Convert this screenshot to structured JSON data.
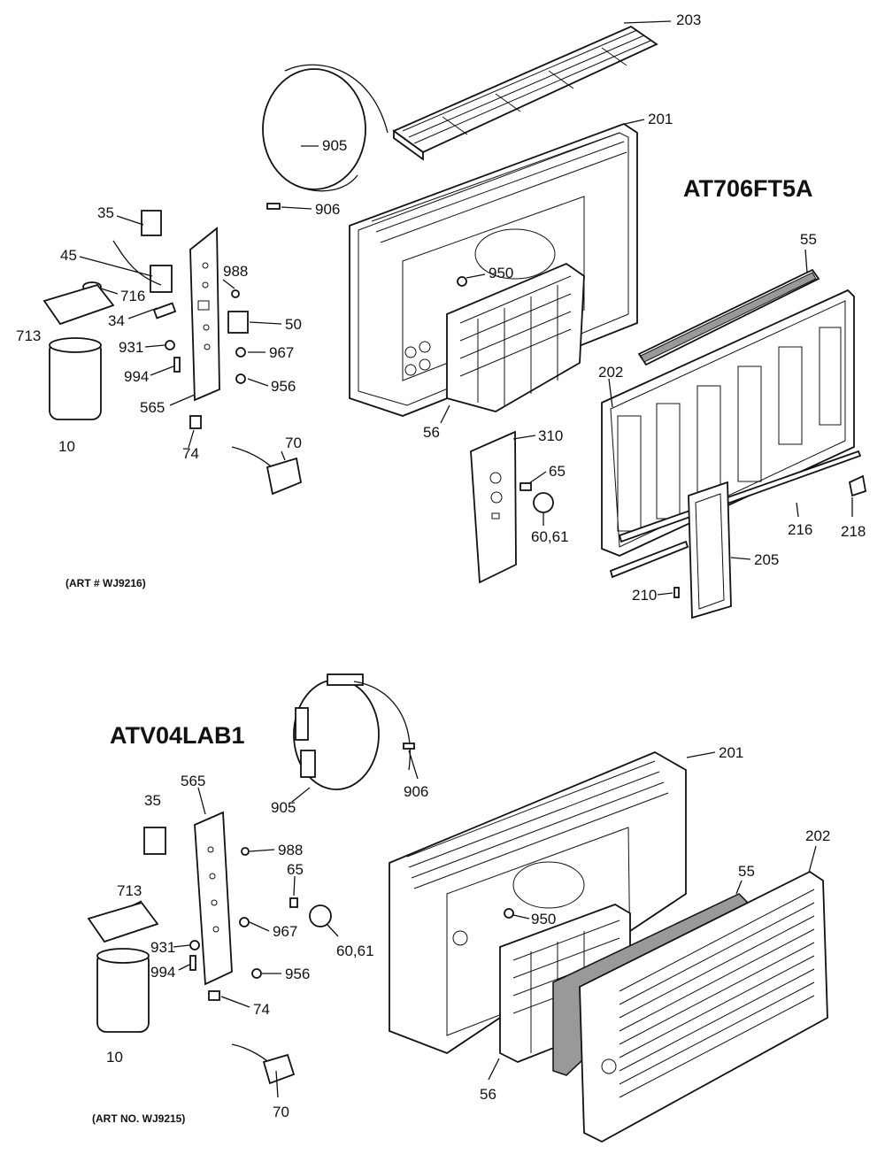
{
  "diagrams": [
    {
      "model": "AT706FT5A",
      "art_ref": "(ART # WJ9216)",
      "callouts": [
        {
          "label": "203"
        },
        {
          "label": "201"
        },
        {
          "label": "905"
        },
        {
          "label": "906"
        },
        {
          "label": "35"
        },
        {
          "label": "45"
        },
        {
          "label": "716"
        },
        {
          "label": "713"
        },
        {
          "label": "34"
        },
        {
          "label": "988"
        },
        {
          "label": "50"
        },
        {
          "label": "931"
        },
        {
          "label": "967"
        },
        {
          "label": "994"
        },
        {
          "label": "956"
        },
        {
          "label": "565"
        },
        {
          "label": "10"
        },
        {
          "label": "74"
        },
        {
          "label": "70"
        },
        {
          "label": "950"
        },
        {
          "label": "56"
        },
        {
          "label": "310"
        },
        {
          "label": "65"
        },
        {
          "label": "60,61"
        },
        {
          "label": "55"
        },
        {
          "label": "202"
        },
        {
          "label": "216"
        },
        {
          "label": "218"
        },
        {
          "label": "205"
        },
        {
          "label": "210"
        }
      ]
    },
    {
      "model": "ATV04LAB1",
      "art_ref": "(ART NO. WJ9215)",
      "callouts": [
        {
          "label": "905"
        },
        {
          "label": "906"
        },
        {
          "label": "201"
        },
        {
          "label": "565"
        },
        {
          "label": "35"
        },
        {
          "label": "988"
        },
        {
          "label": "65"
        },
        {
          "label": "713"
        },
        {
          "label": "967"
        },
        {
          "label": "60,61"
        },
        {
          "label": "931"
        },
        {
          "label": "994"
        },
        {
          "label": "956"
        },
        {
          "label": "74"
        },
        {
          "label": "10"
        },
        {
          "label": "70"
        },
        {
          "label": "950"
        },
        {
          "label": "55"
        },
        {
          "label": "202"
        },
        {
          "label": "56"
        }
      ]
    }
  ]
}
